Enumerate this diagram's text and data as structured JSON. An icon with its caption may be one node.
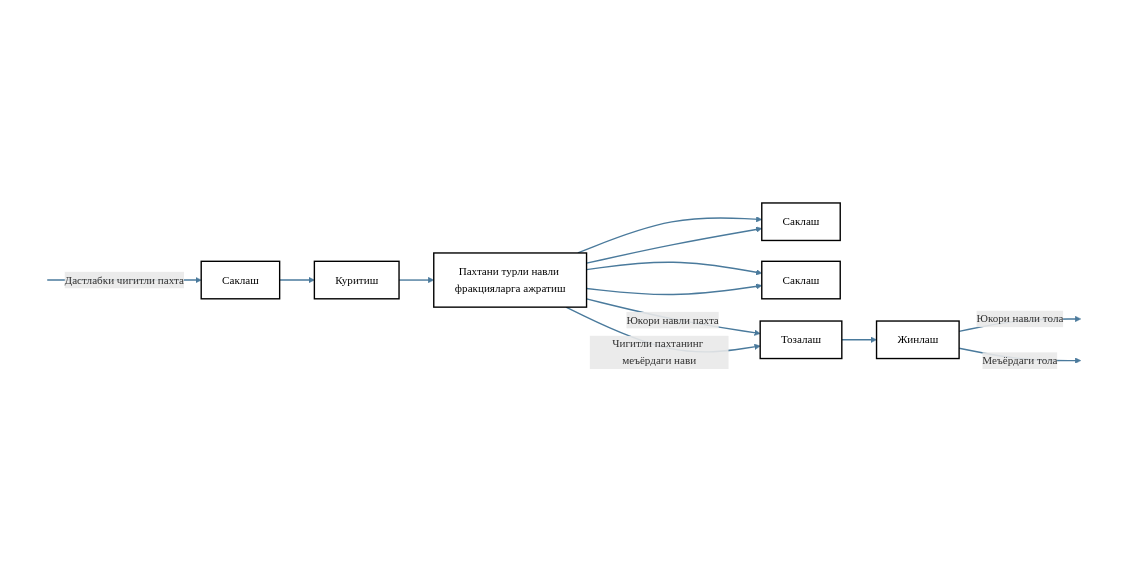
{
  "diagram": {
    "nodes": [
      {
        "text": [
          "Саклаш"
        ]
      },
      {
        "text": [
          "Куритиш"
        ]
      },
      {
        "text": [
          "Пахтани турли навли фракцияларга ажратиш"
        ]
      },
      {
        "text": [
          "Саклаш"
        ]
      },
      {
        "text": [
          "Саклаш"
        ]
      },
      {
        "text": [
          "Тозалаш"
        ]
      },
      {
        "text": [
          "Жинлаш"
        ]
      }
    ],
    "edges": [
      {
        "from": null,
        "to": 0,
        "arrow": "to",
        "label": "Дастлабки чигитли пахта"
      },
      {
        "from": 0,
        "to": 1,
        "arrow": "to"
      },
      {
        "from": 1,
        "to": 2,
        "arrow": "to"
      },
      {
        "from": 2,
        "to": 5,
        "arrow": "to",
        "label": "Юкори навли пахта"
      },
      {
        "from": 2,
        "to": 3,
        "arrow": "to"
      },
      {
        "from": 2,
        "to": 3,
        "arrow": "to"
      },
      {
        "from": 2,
        "to": 5,
        "arrow": "to",
        "label": "Чигитли пахтанинг меъёрдаги нави"
      },
      {
        "from": 2,
        "to": 4,
        "arrow": "to"
      },
      {
        "from": 2,
        "to": 4,
        "arrow": "to"
      },
      {
        "from": 5,
        "to": 6,
        "arrow": "to"
      },
      {
        "from": 6,
        "to": null,
        "arrow": "to",
        "label": "Юкори навли тола"
      },
      {
        "from": 6,
        "to": null,
        "arrow": "to",
        "label": "Меъёрдаги тола"
      }
    ]
  }
}
